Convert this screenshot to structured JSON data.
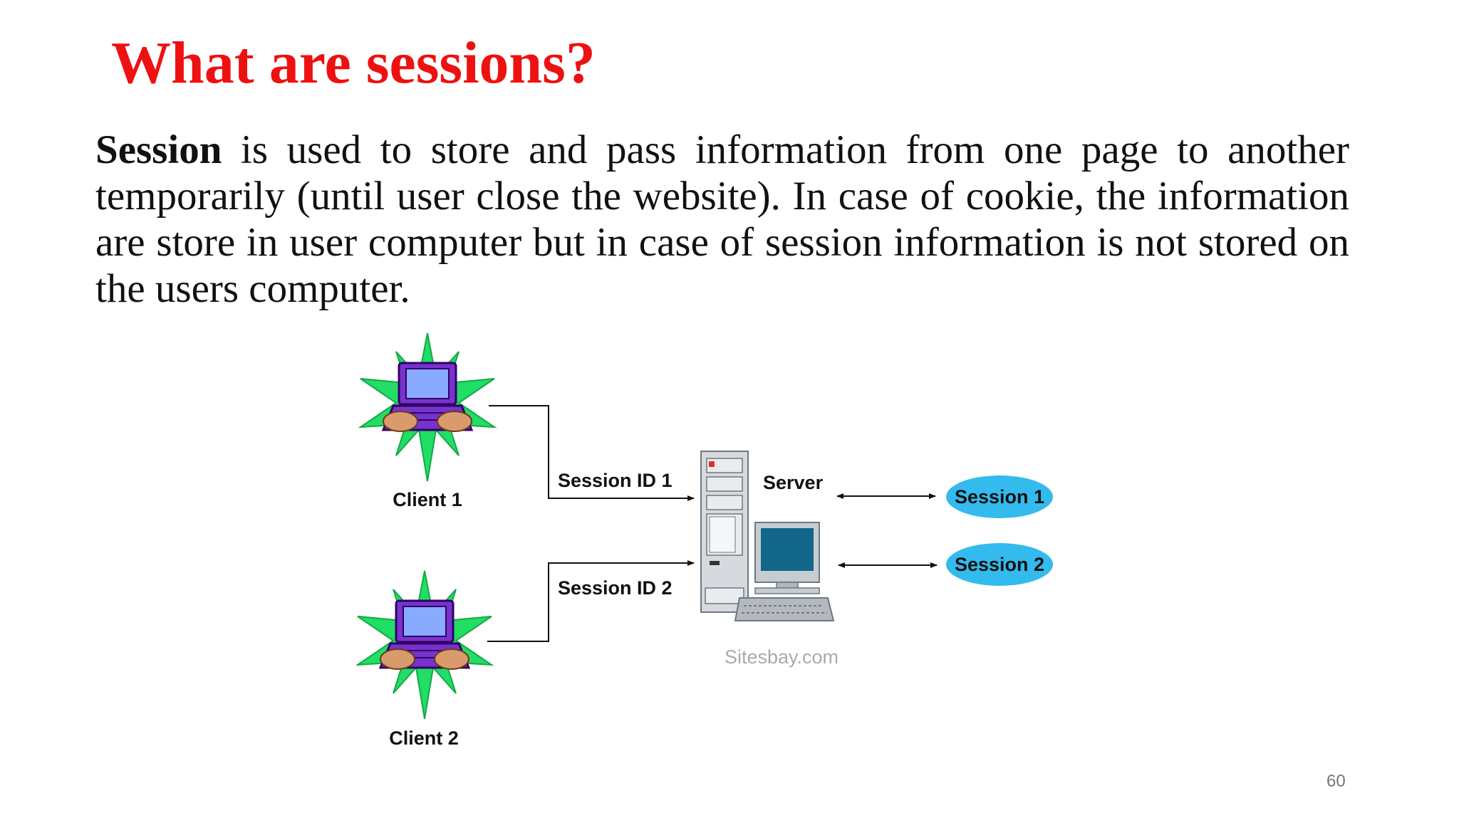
{
  "slide": {
    "title": "What are sessions?",
    "body_bold": "Session",
    "body_rest": " is used to store and pass information from one page to another temporarily (until user close the website). In case of cookie, the information are store in user computer but in case of session information is not stored on the users computer.",
    "page_number": "60"
  },
  "diagram": {
    "client1_label": "Client 1",
    "client2_label": "Client 2",
    "session_id1_label": "Session ID 1",
    "session_id2_label": "Session ID 2",
    "server_label": "Server",
    "session1_label": "Session 1",
    "session2_label": "Session 2",
    "watermark": "Sitesbay.com",
    "colors": {
      "title": "#ee1111",
      "starburst": "#22dd66",
      "laptop": "#7733cc",
      "screen": "#88aaff",
      "session_ellipse": "#33bbee",
      "monitor_screen": "#11668a"
    },
    "icons": [
      "client-laptop-icon",
      "server-tower-icon",
      "server-monitor-icon",
      "keyboard-icon"
    ]
  }
}
